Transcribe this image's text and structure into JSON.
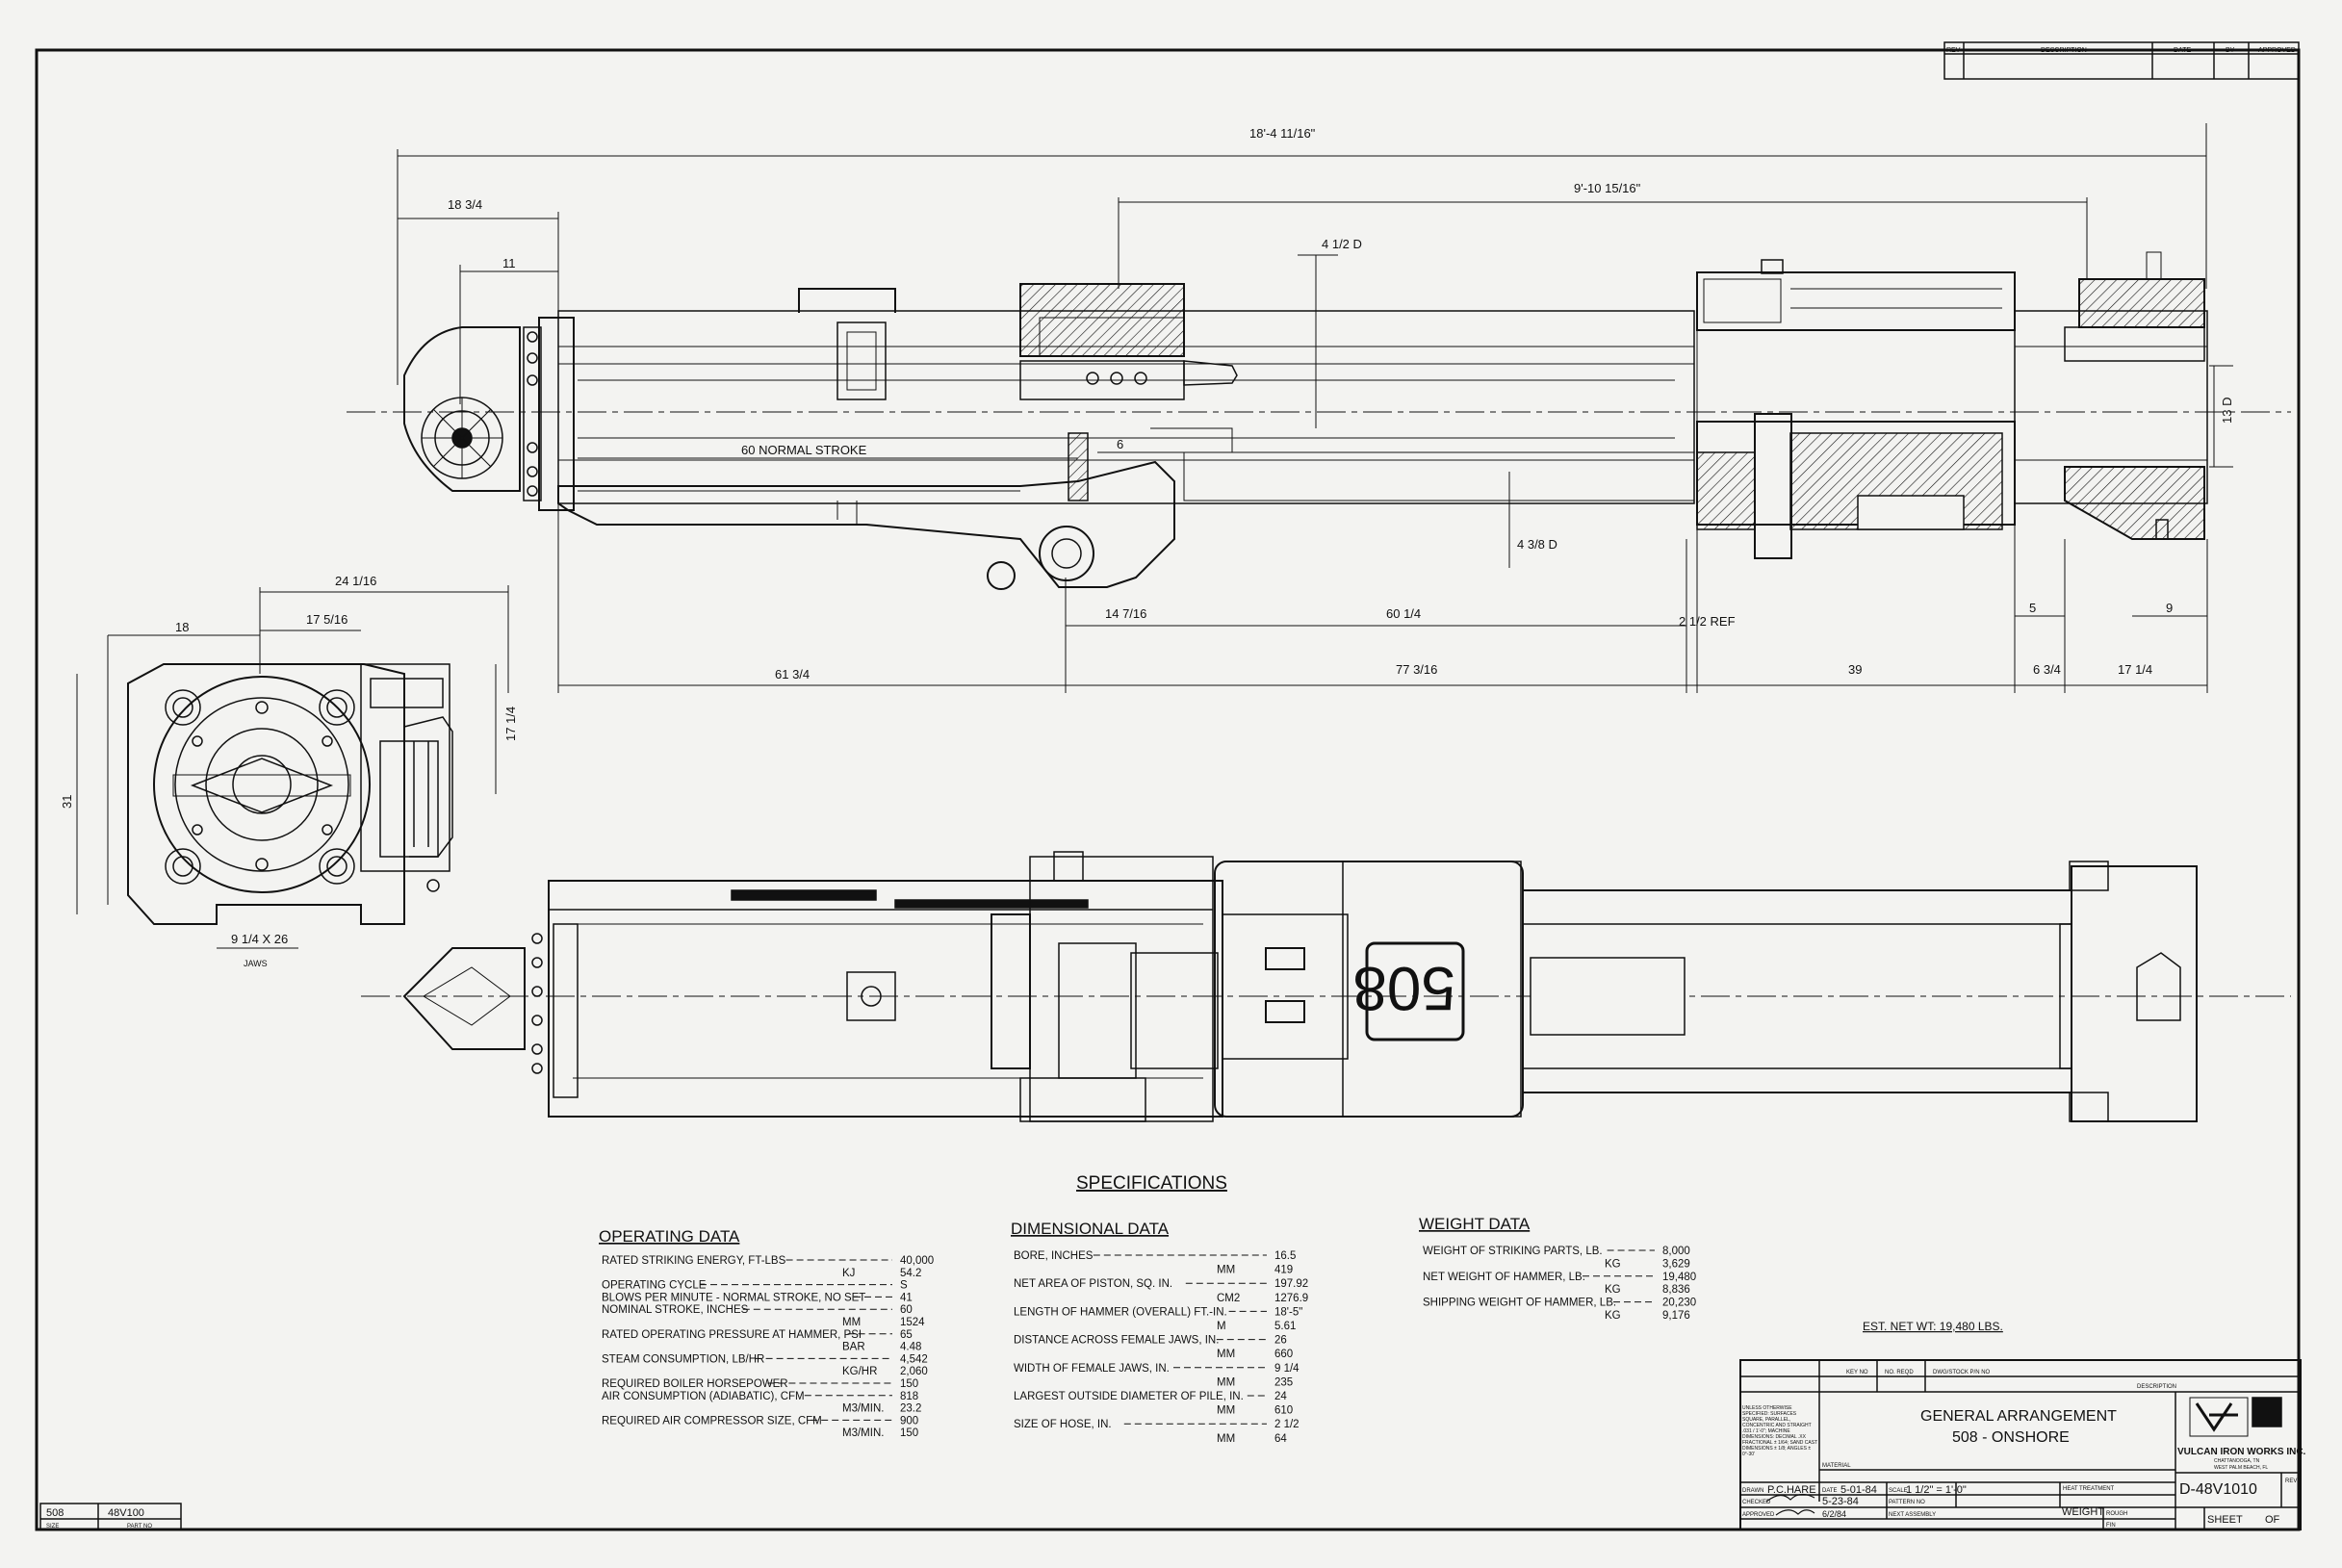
{
  "revision_block": {
    "rev": "REV",
    "description": "DESCRIPTION",
    "date": "DATE",
    "by": "BY",
    "approved": "APPROVED"
  },
  "dims": {
    "overall_length": "18'-4 11/16\"",
    "ram_length": "9'-10 15/16\"",
    "d_18_3_4": "18 3/4",
    "d_11": "11",
    "d_4_1_2_d": "4 1/2 D",
    "d_13_d": "13 D",
    "normal_stroke": "60 NORMAL STROKE",
    "d_6": "6",
    "d_4_3_8_d": "4 3/8 D",
    "d_14_7_16": "14 7/16",
    "d_60_1_4": "60 1/4",
    "d_2_1_2_ref": "2 1/2 REF",
    "d_5": "5",
    "d_9": "9",
    "d_61_3_4": "61 3/4",
    "d_77_3_16": "77 3/16",
    "d_39": "39",
    "d_6_3_4": "6 3/4",
    "d_17_1_4": "17 1/4",
    "end_24_1_16": "24 1/16",
    "end_18": "18",
    "end_17_5_16": "17 5/16",
    "end_17_1_4": "17 1/4",
    "end_31": "31",
    "jaws_size": "9 1/4 X 26",
    "jaws": "JAWS",
    "model_plate": "508"
  },
  "specs": {
    "title": "SPECIFICATIONS",
    "operating": {
      "heading": "OPERATING DATA",
      "rows": [
        {
          "label": "RATED STRIKING ENERGY, FT-LBS",
          "value": "40,000"
        },
        {
          "label": "KJ",
          "value": "54.2"
        },
        {
          "label": "OPERATING CYCLE",
          "value": "S"
        },
        {
          "label": "BLOWS PER MINUTE - NORMAL STROKE, NO SET",
          "value": "41"
        },
        {
          "label": "NOMINAL STROKE, INCHES",
          "value": "60"
        },
        {
          "label": "MM",
          "value": "1524"
        },
        {
          "label": "RATED OPERATING PRESSURE AT HAMMER, PSI",
          "value": "65"
        },
        {
          "label": "BAR",
          "value": "4.48"
        },
        {
          "label": "STEAM CONSUMPTION, LB/HR",
          "value": "4,542"
        },
        {
          "label": "KG/HR",
          "value": "2,060"
        },
        {
          "label": "REQUIRED BOILER HORSEPOWER",
          "value": "150"
        },
        {
          "label": "AIR CONSUMPTION (ADIABATIC), CFM",
          "value": "818"
        },
        {
          "label": "M3/MIN.",
          "value": "23.2"
        },
        {
          "label": "REQUIRED AIR COMPRESSOR SIZE, CFM",
          "value": "900"
        },
        {
          "label": "M3/MIN.",
          "value": "150"
        }
      ]
    },
    "dimensional": {
      "heading": "DIMENSIONAL DATA",
      "rows": [
        {
          "label": "BORE, INCHES",
          "value": "16.5"
        },
        {
          "label": "MM",
          "value": "419"
        },
        {
          "label": "NET AREA OF PISTON, SQ. IN.",
          "value": "197.92"
        },
        {
          "label": "CM2",
          "value": "1276.9"
        },
        {
          "label": "LENGTH OF HAMMER (OVERALL) FT.-IN.",
          "value": "18'-5\""
        },
        {
          "label": "M",
          "value": "5.61"
        },
        {
          "label": "DISTANCE ACROSS FEMALE JAWS, IN.",
          "value": "26"
        },
        {
          "label": "MM",
          "value": "660"
        },
        {
          "label": "WIDTH OF FEMALE JAWS, IN.",
          "value": "9 1/4"
        },
        {
          "label": "MM",
          "value": "235"
        },
        {
          "label": "LARGEST OUTSIDE DIAMETER OF PILE, IN.",
          "value": "24"
        },
        {
          "label": "MM",
          "value": "610"
        },
        {
          "label": "SIZE OF HOSE, IN.",
          "value": "2 1/2"
        },
        {
          "label": "MM",
          "value": "64"
        }
      ]
    },
    "weight": {
      "heading": "WEIGHT DATA",
      "rows": [
        {
          "label": "WEIGHT OF STRIKING PARTS, LB.",
          "value": "8,000"
        },
        {
          "label": "KG",
          "value": "3,629"
        },
        {
          "label": "NET WEIGHT OF HAMMER, LB.",
          "value": "19,480"
        },
        {
          "label": "KG",
          "value": "8,836"
        },
        {
          "label": "SHIPPING WEIGHT OF HAMMER, LB.",
          "value": "20,230"
        },
        {
          "label": "KG",
          "value": "9,176"
        }
      ],
      "est_net": "EST. NET WT: 19,480 LBS."
    }
  },
  "title_block": {
    "col_key_no": "KEY NO",
    "col_no_reqd": "NO. REQD",
    "col_dwg": "DWG/STOCK P/N NO",
    "col_description": "DESCRIPTION",
    "title_line1": "GENERAL ARRANGEMENT",
    "title_line2": "508 - ONSHORE",
    "material": "MATERIAL",
    "drawn": "DRAWN",
    "drawn_by": "P.C.HARE",
    "date_label": "DATE",
    "date1": "5-01-84",
    "scale_label": "SCALE",
    "scale": "1 1/2\" = 1'-0\"",
    "heat_treatment": "HEAT TREATMENT",
    "checked": "CHECKED",
    "date2": "5-23-84",
    "pattern_no": "PATTERN NO",
    "approved": "APPROVED",
    "date3": "6/2/84",
    "next_assembly": "NEXT ASSEMBLY",
    "company": "VULCAN IRON WORKS INC.",
    "company_loc1": "CHATTANOOGA, TN",
    "company_loc2": "WEST PALM BEACH, FL",
    "drawing_number": "D-48V1010",
    "rev": "REV",
    "weight": "WEIGHT",
    "rough": "ROUGH",
    "fin": "FIN",
    "sheet": "SHEET",
    "of": "OF",
    "tolerance_note": "UNLESS OTHERWISE SPECIFIED: SURFACES SQUARE, PARALLEL, CONCENTRIC AND STRAIGHT .031 / 1'-0\"; MACHINE DIMENSIONS: DECIMAL .XX FRACTIONAL ± 1/64; SAND CAST DIMENSIONS ± 1/8; ANGLES ± 0°-30'"
  },
  "part_block": {
    "size": "SIZE",
    "part_no": "PART NO",
    "size_value": "508",
    "part_value": "48V100"
  }
}
